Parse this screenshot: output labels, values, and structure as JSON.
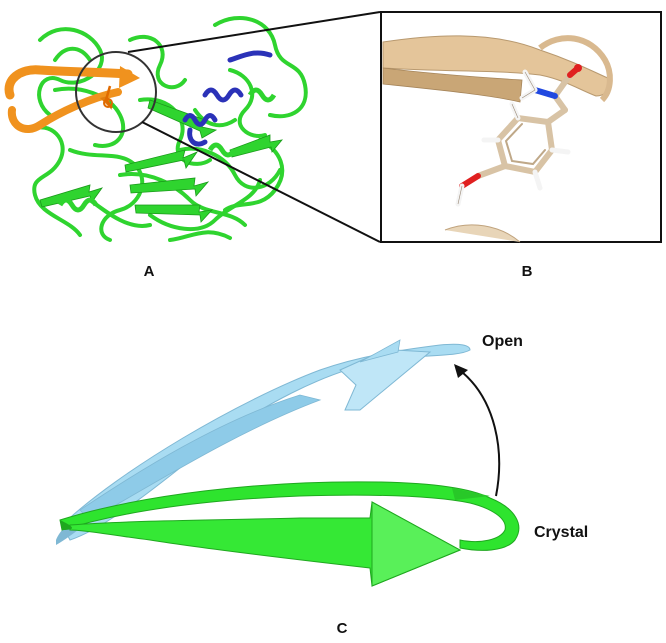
{
  "panels": {
    "a": {
      "letter": "A"
    },
    "b": {
      "letter": "B"
    },
    "c": {
      "letter": "C",
      "open_label": "Open",
      "crystal_label": "Crystal"
    }
  },
  "colors": {
    "protein_main": "#2fd42f",
    "protein_dark": "#1a9a1a",
    "hairpin_orange": "#f0921e",
    "helix_blue": "#2b32b8",
    "ribbon_tan": "#e4c59a",
    "open_state": "#a9dcf2",
    "crystal_state": "#2ee42e",
    "oxygen": "#e02020",
    "nitrogen": "#2048e0",
    "hydrogen": "#f4f4f4",
    "carbon": "#d8c3a5",
    "line": "#111111"
  }
}
